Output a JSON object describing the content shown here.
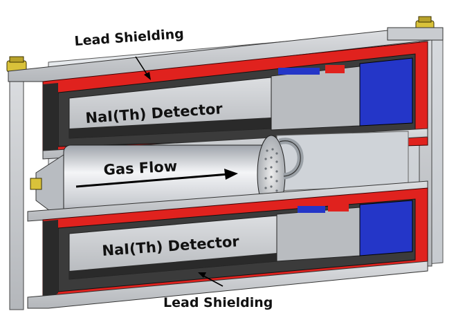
{
  "labels": {
    "lead_shielding_top": "Lead Shielding",
    "lead_shielding_bottom": "Lead Shielding",
    "detector_top": "NaI(Th) Detector",
    "detector_bottom": "NaI(Th) Detector",
    "gas_flow": "Gas Flow"
  },
  "colors": {
    "background": "#ffffff",
    "frame": "#c8cacc",
    "lead": "#e0221e",
    "detector_body": "#b9bcc0",
    "detector_dark": "#2a2a2a",
    "pmt_blue": "#2436c8",
    "gas_chamber": "#cfd3d8",
    "bolt": "#d9c23a"
  },
  "icons": {
    "bolt": "hex-nut-icon",
    "handle": "handle-icon",
    "arrow": "flow-arrow-icon"
  }
}
